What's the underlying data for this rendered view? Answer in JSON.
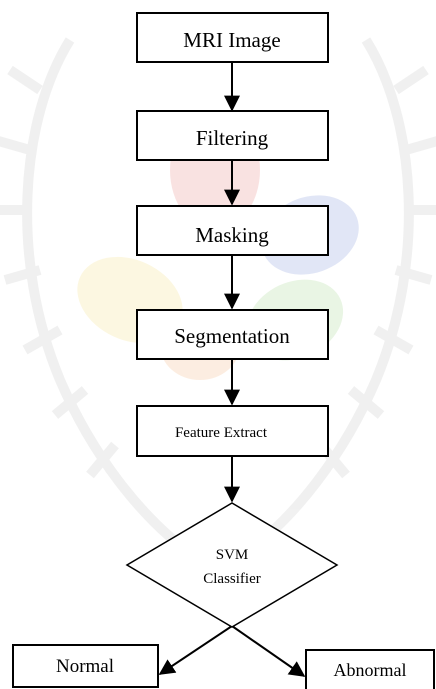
{
  "diagram": {
    "type": "flowchart",
    "nodes": [
      {
        "id": "mri",
        "label": "MRI Image",
        "shape": "rect"
      },
      {
        "id": "filtering",
        "label": "Filtering",
        "shape": "rect"
      },
      {
        "id": "masking",
        "label": "Masking",
        "shape": "rect"
      },
      {
        "id": "segmentation",
        "label": "Segmentation",
        "shape": "rect"
      },
      {
        "id": "feature",
        "label": "Feature Extract",
        "shape": "rect"
      },
      {
        "id": "svm",
        "label_lines": [
          "SVM",
          "Classifier"
        ],
        "shape": "diamond"
      },
      {
        "id": "normal",
        "label": "Normal",
        "shape": "rect"
      },
      {
        "id": "abnormal",
        "label": "Abnormal",
        "shape": "rect"
      }
    ],
    "edges": [
      {
        "from": "mri",
        "to": "filtering"
      },
      {
        "from": "filtering",
        "to": "masking"
      },
      {
        "from": "masking",
        "to": "segmentation"
      },
      {
        "from": "segmentation",
        "to": "feature"
      },
      {
        "from": "feature",
        "to": "svm"
      },
      {
        "from": "svm",
        "to": "normal"
      },
      {
        "from": "svm",
        "to": "abnormal"
      }
    ],
    "colors": {
      "line": "#000000",
      "node_fill": "#ffffff",
      "watermark_red": "#e8807a",
      "watermark_blue": "#7a8fd8",
      "watermark_yellow": "#f2dc7a",
      "watermark_green": "#9fd48a",
      "watermark_laurel": "#c9c9c9"
    }
  }
}
